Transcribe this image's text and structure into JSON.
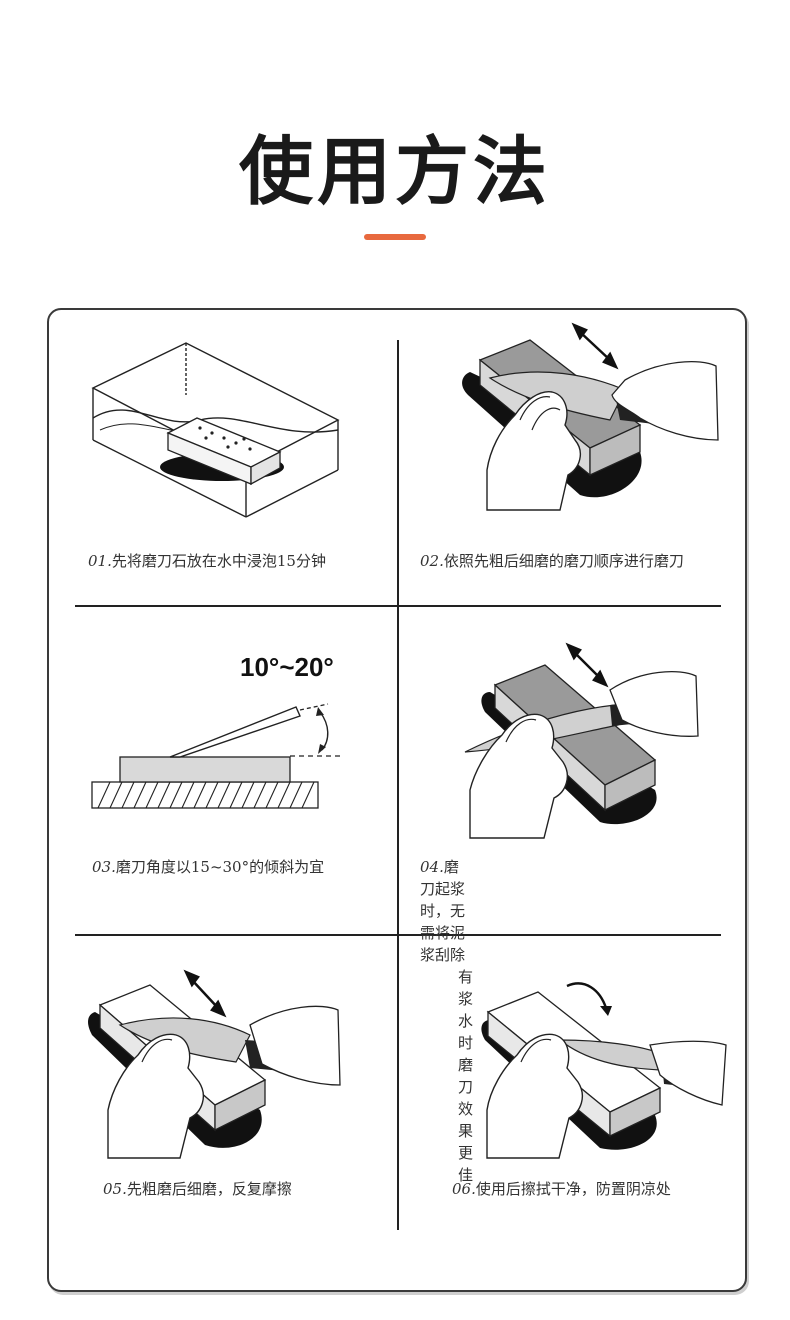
{
  "title": "使用方法",
  "accent_color": "#e8693e",
  "steps": [
    {
      "num": "01.",
      "text": "先将磨刀石放在水中浸泡15分钟"
    },
    {
      "num": "02.",
      "text": "依照先粗后细磨的磨刀顺序进行磨刀"
    },
    {
      "num": "03.",
      "text": "磨刀角度以15~30°的倾斜为宜",
      "angle_label": "10°~20°"
    },
    {
      "num": "04.",
      "text": "磨刀起浆时，无需将泥浆刮除",
      "text2": "有浆水时磨刀效果更佳"
    },
    {
      "num": "05.",
      "text": "先粗磨后细磨，反复摩擦"
    },
    {
      "num": "06.",
      "text": "使用后擦拭干净，防置阴凉处"
    }
  ]
}
